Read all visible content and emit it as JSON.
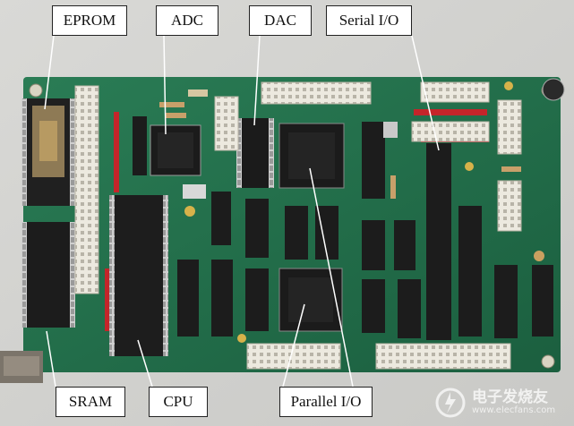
{
  "callouts": {
    "eprom": "EPROM",
    "adc": "ADC",
    "dac": "DAC",
    "serial_io": "Serial I/O",
    "sram": "SRAM",
    "cpu": "CPU",
    "parallel_io": "Parallel I/O"
  },
  "watermark": {
    "main": "电子发烧友",
    "sub": "www.elecfans.com"
  },
  "colors": {
    "pcb": "#1f6e4a",
    "chip": "#1b1b1b",
    "header": "#e9e6dc",
    "jumper_red": "#c4252a"
  }
}
